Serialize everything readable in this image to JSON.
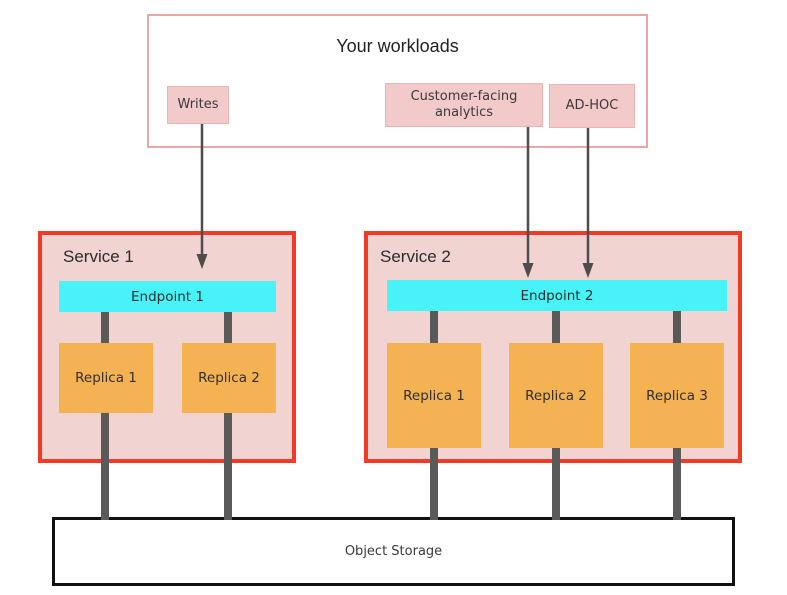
{
  "workloads": {
    "title": "Your workloads",
    "items": [
      {
        "label": "Writes"
      },
      {
        "label": "Customer-facing analytics"
      },
      {
        "label": "AD-HOC"
      }
    ]
  },
  "services": [
    {
      "title": "Service 1",
      "endpoint": "Endpoint 1",
      "replicas": [
        {
          "label": "Replica 1"
        },
        {
          "label": "Replica 2"
        }
      ]
    },
    {
      "title": "Service 2",
      "endpoint": "Endpoint 2",
      "replicas": [
        {
          "label": "Replica 1"
        },
        {
          "label": "Replica 2"
        },
        {
          "label": "Replica 3"
        }
      ]
    }
  ],
  "storage": {
    "label": "Object Storage"
  },
  "colors": {
    "workloads_border": "#e9a7a4",
    "workload_item_bg": "#f3caca",
    "service_border": "#f23b26",
    "service_bg": "#f1d3d2",
    "endpoint_bg": "#47f3f7",
    "replica_bg": "#f5b253",
    "connector_grey": "#5a5a5a",
    "arrow_grey": "#4d4d4d",
    "storage_border": "#111111",
    "text": "#333333"
  }
}
